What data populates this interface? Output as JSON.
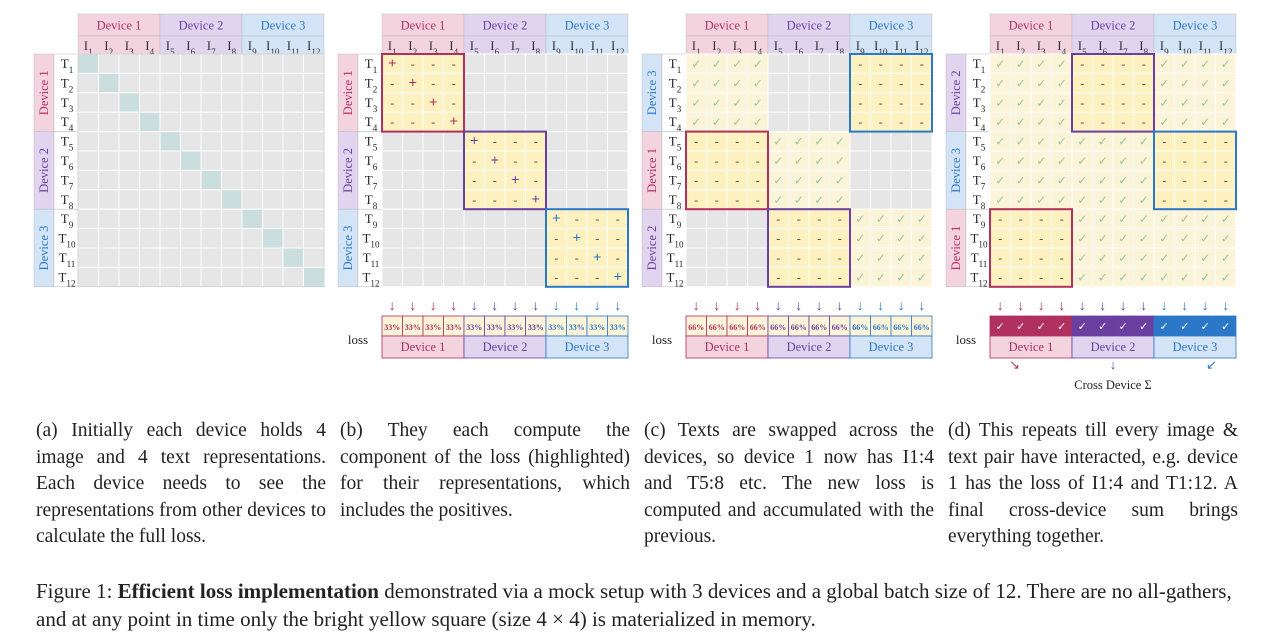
{
  "figure": {
    "label": "Figure 1:",
    "bold": "Efficient loss implementation",
    "text": "demonstrated via a mock setup with 3 devices and a global batch size of 12. There are no all-gathers, and at any point in time only the bright yellow square (size 4 × 4) is materialized in memory."
  },
  "devices": [
    "Device 1",
    "Device 2",
    "Device 3"
  ],
  "colors": {
    "device1": "#b03060",
    "device2": "#6a3fa0",
    "device3": "#2c78c8",
    "device1_bg": "#f3d3de",
    "device2_bg": "#e0d4ef",
    "device3_bg": "#d2e4f6",
    "cell": "#e6e6e6",
    "yellow": "#fdf1bf",
    "pale_yellow": "#fbf4d8",
    "diag": "#c9dedd"
  },
  "image_labels": [
    "I1",
    "I2",
    "I3",
    "I4",
    "I5",
    "I6",
    "I7",
    "I8",
    "I9",
    "I10",
    "I11",
    "I12"
  ],
  "text_labels": [
    "T1",
    "T2",
    "T3",
    "T4",
    "T5",
    "T6",
    "T7",
    "T8",
    "T9",
    "T10",
    "T11",
    "T12"
  ],
  "panels": [
    {
      "id": "a",
      "row_devices": [
        "Device 1",
        "Device 2",
        "Device 3"
      ]
    },
    {
      "id": "b",
      "row_devices": [
        "Device 1",
        "Device 2",
        "Device 3"
      ],
      "loss_label": "loss",
      "loss_values": [
        "33%",
        "33%",
        "33%",
        "33%",
        "33%",
        "33%",
        "33%",
        "33%",
        "33%",
        "33%",
        "33%",
        "33%"
      ]
    },
    {
      "id": "c",
      "row_devices": [
        "Device 3",
        "Device 1",
        "Device 2"
      ],
      "loss_label": "loss",
      "loss_values": [
        "66%",
        "66%",
        "66%",
        "66%",
        "66%",
        "66%",
        "66%",
        "66%",
        "66%",
        "66%",
        "66%",
        "66%"
      ]
    },
    {
      "id": "d",
      "row_devices": [
        "Device 2",
        "Device 3",
        "Device 1"
      ],
      "loss_label": "loss",
      "cross_device": "Cross Device Σ"
    }
  ],
  "captions": [
    "(a) Initially each device holds 4 image and 4 text representations. Each device needs to see the representations from other devices to calculate the full loss.",
    "(b) They each compute the component of the loss (highlighted) for their representations, which includes the positives.",
    "(c) Texts are swapped across the devices, so device 1 now has I1:4 and T5:8 etc. The new loss is computed and accumulated with the previous.",
    "(d) This repeats till every image & text pair have interacted, e.g. device 1 has the loss of I1:4 and T1:12. A final cross-device sum brings everything together."
  ]
}
